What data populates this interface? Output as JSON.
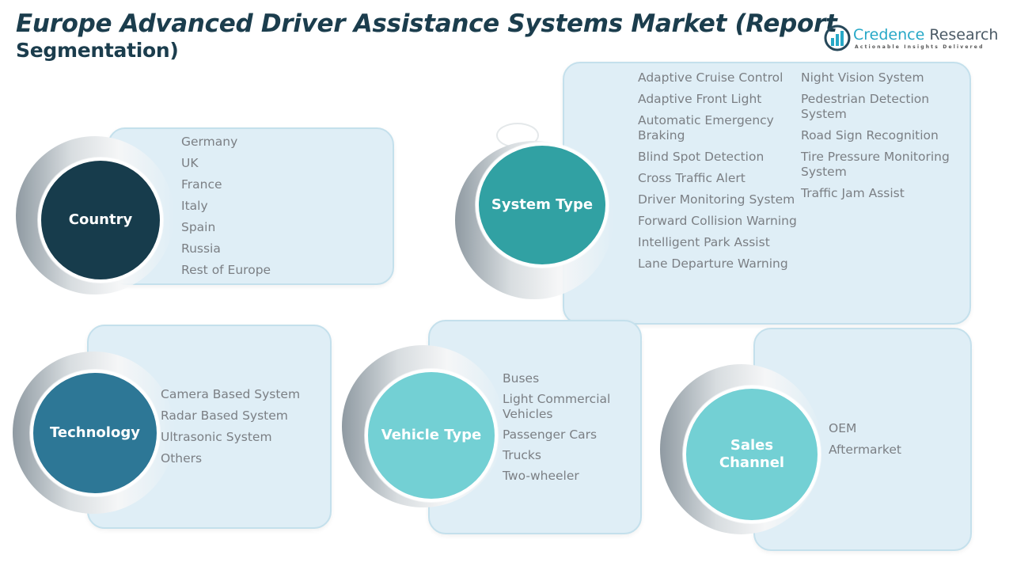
{
  "title": {
    "line1": "Europe Advanced Driver Assistance Systems Market (Report",
    "line2": "Segmentation)"
  },
  "logo": {
    "icon": "bar-chart-logo-icon",
    "name_part1": "Credence",
    "name_part2": " Research",
    "tagline": "Actionable Insights Delivered"
  },
  "colors": {
    "title": "#1b3d4d",
    "country": "#173c4c",
    "system_type": "#31a1a3",
    "technology": "#2d7796",
    "vehicle_type": "#73d0d4",
    "sales_channel": "#73d0d4",
    "box_fill": "#dfeef6",
    "item_text": "#7b7f84"
  },
  "segments": {
    "country": {
      "label": "Country",
      "items": [
        "Germany",
        "UK",
        "France",
        "Italy",
        "Spain",
        "Russia",
        "Rest of Europe"
      ]
    },
    "system_type": {
      "label": "System Type",
      "items_col1": [
        "Adaptive Cruise Control",
        "Adaptive Front Light",
        "Automatic Emergency Braking",
        "Blind Spot Detection",
        "Cross Traffic Alert",
        "Driver Monitoring System",
        "Forward Collision Warning",
        "Intelligent Park Assist",
        "Lane Departure Warning"
      ],
      "items_col2": [
        "Night Vision System",
        "Pedestrian Detection System",
        "Road Sign Recognition",
        "Tire Pressure Monitoring System",
        "Traffic Jam Assist"
      ]
    },
    "technology": {
      "label": "Technology",
      "items": [
        "Camera Based System",
        "Radar Based System",
        "Ultrasonic System",
        "Others"
      ]
    },
    "vehicle_type": {
      "label": "Vehicle Type",
      "items": [
        "Buses",
        "Light Commercial Vehicles",
        "Passenger Cars",
        "Trucks",
        "Two-wheeler"
      ]
    },
    "sales_channel": {
      "label_line1": "Sales",
      "label_line2": "Channel",
      "items": [
        "OEM",
        "Aftermarket"
      ]
    }
  }
}
